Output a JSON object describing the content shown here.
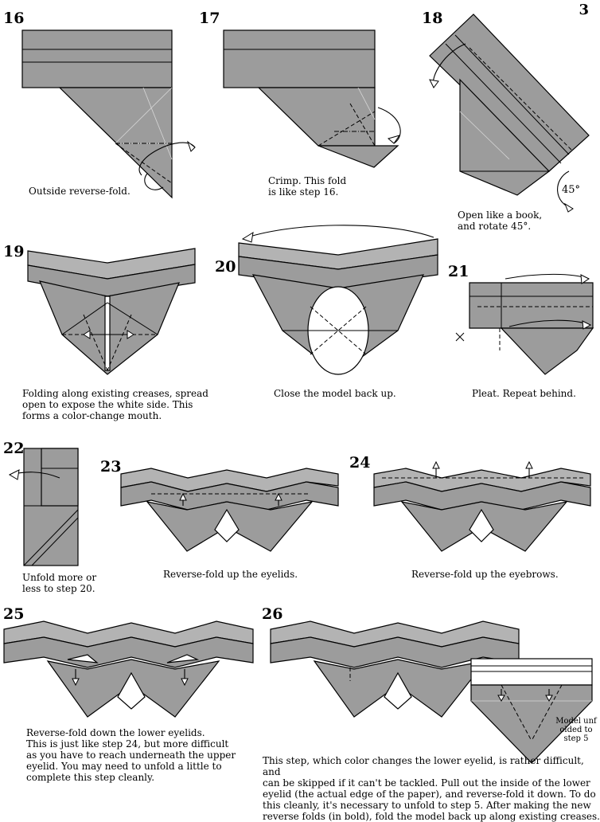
{
  "page_number": "3",
  "steps": [
    {
      "number": "16",
      "caption": "Outside reverse-fold."
    },
    {
      "number": "17",
      "caption": "Crimp.  This fold\nis like step 16."
    },
    {
      "number": "18",
      "caption": "Open like a book,\nand rotate 45°."
    },
    {
      "number": "19",
      "caption": "Folding along existing creases, spread\nopen to expose the white side.  This\nforms a color-change mouth."
    },
    {
      "number": "20",
      "caption": "Close the model back up."
    },
    {
      "number": "21",
      "caption": "Pleat.  Repeat behind."
    },
    {
      "number": "22",
      "caption": "Unfold more or\nless to step 20."
    },
    {
      "number": "23",
      "caption": "Reverse-fold up the eyelids."
    },
    {
      "number": "24",
      "caption": "Reverse-fold up the eyebrows."
    },
    {
      "number": "25",
      "caption": "Reverse-fold down the lower eyelids.\nThis is just like step 24, but more difficult\nas you have to reach underneath the upper\neyelid.  You may need to unfold a little to\ncomplete this step cleanly."
    },
    {
      "number": "26",
      "caption": "This step, which color changes the lower eyelid, is rather difficult, and\ncan be skipped if it can't be tackled.  Pull out the inside of the lower\neyelid (the actual edge of the paper), and reverse-fold it down. To do\nthis cleanly, it's necessary to unfold to step 5.  After making the new\nreverse folds (in bold), fold the model back up along existing creases."
    }
  ],
  "rotation_label": "45°",
  "inset_note": "Model\nunf olded\nto step 5",
  "colors": {
    "paper": "#9c9c9c",
    "paper_light": "#b3b3b3",
    "white_side": "#ffffff",
    "crease": "#d8d8d8"
  }
}
